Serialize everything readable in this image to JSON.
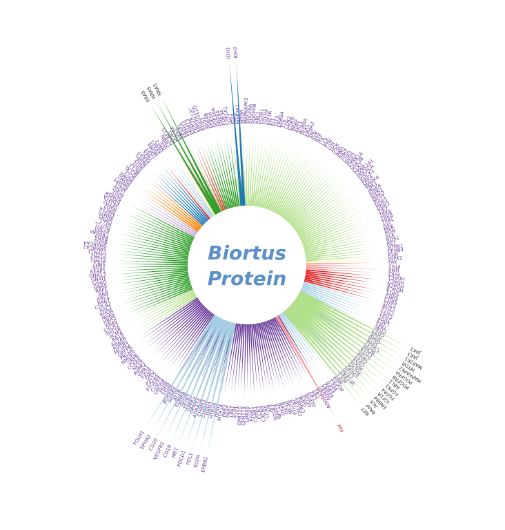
{
  "center_text": {
    "line1": "Biortus",
    "line2": "Protein"
  },
  "colors": {
    "title": "#5b8fc9",
    "label_text": "#6a3d9a",
    "label_dark": "#3a3a3a",
    "light_green": "#b2df8a",
    "dark_green": "#33a02c",
    "purple": "#6a3d9a",
    "light_purple": "#cab2d6",
    "orange": "#ff7f00",
    "blue": "#1f78b4",
    "light_blue": "#a6cee3",
    "red": "#e31a1c",
    "pink": "#fb9a99",
    "yellow": "#ffff99",
    "brown": "#b15928"
  },
  "groups": [
    {
      "color": "#b2df8a",
      "labels": [
        "JAK1",
        "JAK3",
        "MAP2K1",
        "MTOR",
        "MAPKAPK2",
        "PDGFRA",
        "PDGFRB",
        "ABL1",
        "FGFR1",
        "FGFR4",
        "IGF1R",
        "KIT",
        "FLT3",
        "ERBB4",
        "TTK",
        "CDK2",
        "CDK9",
        "BRAF",
        "AKT1",
        "AURKA",
        "PLK1",
        "EPHA2",
        "SRC",
        "SYK",
        "BTK",
        "ITK",
        "LCK",
        "FYN",
        "LYN",
        "HCK",
        "CSK",
        "PIM1",
        "PIM2",
        "CHK1",
        "WEE1",
        "DYRK1A",
        "GSK3B",
        "CLK1",
        "CSNK2A1",
        "PRKACA",
        "ROCK1",
        "PAK4",
        "MARK4",
        "TBK1",
        "IRAK4",
        "RIPK1",
        "RIPK2",
        "MST1",
        "DDR1",
        "DDR2",
        "TIE2",
        "TRKA",
        "TRKB",
        "TRKC",
        "AXL",
        "MER",
        "RON",
        "ALK",
        "ROS1",
        "RET",
        "NTRK1",
        "EPHB4",
        "KDR"
      ]
    },
    {
      "color": "#fff799",
      "labels": [
        "HIPK2"
      ]
    },
    {
      "color": "#fb9a99",
      "labels": [
        "FAK",
        "PTK2",
        "BMX",
        "PYK2"
      ]
    },
    {
      "color": "#e31a1c",
      "labels": [
        "HDAC1",
        "HDAC2",
        "HDAC6",
        "HDAC8",
        "SIRT1",
        "SIRT2",
        "SIRT3",
        "EZH2"
      ]
    },
    {
      "color": "#a6cee3",
      "labels": [
        "CD38",
        "CD73",
        "CD47",
        "TIGIT",
        "LAG3",
        "TIM3",
        "CD40",
        "CD27",
        "ICOS",
        "OX40",
        "GITR",
        "CD137",
        "BCMA",
        "CD19",
        "CD20",
        "CD22",
        "CD33",
        "MUC1",
        "FOLH1",
        "EPHA2",
        "CD20",
        "VEGFR2",
        "PDL1",
        "MET",
        "PDCD1",
        "PDL1",
        "EGFR",
        "ERBB2"
      ]
    },
    {
      "color": "#6a3d9a",
      "labels": [
        "ADRB2",
        "ADORA2A",
        "CB1",
        "CB2",
        "GLP1R",
        "GCGR",
        "GIPR",
        "CRHR1",
        "CALCRL",
        "PTH1R",
        "MC4R",
        "OX1R",
        "OX2R",
        "NPY1R",
        "NTSR1",
        "APJ",
        "CCR5",
        "CXCR4",
        "CCR2",
        "C5AR1",
        "FFAR1",
        "GPR40",
        "GPR119",
        "GPR120",
        "S1P1",
        "LPA1",
        "PAR1",
        "PAR2",
        "MTR1A",
        "HRH1",
        "HTR2A",
        "DRD2",
        "CHRM1",
        "CHRM3",
        "ADRA2A",
        "OPRM1",
        "OPRK1",
        "SSTR2",
        "GHSR",
        "EDNRA",
        "AT1R",
        "AGTR2",
        "BDKRB2",
        "TSHR",
        "FSHR",
        "LHCGR",
        "CysLT1",
        "PTGER4",
        "P2Y12",
        "SMO",
        "FZD4",
        "VIPR1",
        "AVPR2",
        "NK1R",
        "CCKAR",
        "GRPR",
        "NMUR2",
        "PRLHR",
        "QRFPR",
        "MCHR1"
      ]
    },
    {
      "color": "#b2df8a",
      "labels": [
        "ADRB1",
        "AA2AR",
        "AA1R",
        "ACM2",
        "5HT1B",
        "CXCR2"
      ]
    },
    {
      "color": "#33a02c",
      "labels": [
        "KRAS",
        "HRAS",
        "NRAS",
        "RHOA",
        "RAC1",
        "CDC42",
        "RAB7",
        "ARF1",
        "RAN",
        "RAP1",
        "GNAS",
        "GNAQ",
        "GNAI1",
        "GNA13",
        "KEAP1",
        "SOS1",
        "SHP2",
        "PTPN1",
        "PTPN2",
        "PTPN11",
        "SMARCA2",
        "SMARCA4",
        "BRD4",
        "BRD9",
        "CREBBP",
        "EP300",
        "DOT1L",
        "MLL1",
        "WDR5",
        "PRMT5",
        "MAT2A",
        "NSD2",
        "SETD2",
        "KDM1A",
        "KDM5B"
      ]
    },
    {
      "color": "#cab2d6",
      "labels": [
        "IDO1",
        "TDO2",
        "ARG1",
        "NAMPT"
      ]
    },
    {
      "color": "#ff7f00",
      "labels": [
        "MDM2",
        "MDMX",
        "BCL2",
        "BCLXL",
        "MCL1"
      ]
    },
    {
      "color": "#1f78b4",
      "labels": [
        "IDH1",
        "IDH2",
        "PARP1",
        "PARP7",
        "TNKS",
        "USP7"
      ]
    },
    {
      "color": "#e31a1c",
      "labels": [
        "MDM4"
      ]
    },
    {
      "color": "#a6cee3",
      "labels": [
        "KEAP1",
        "NRF2",
        "VHL"
      ]
    },
    {
      "color": "#fff799",
      "labels": [
        "CRBN"
      ]
    },
    {
      "color": "#fb9a99",
      "labels": [
        "DCAF15",
        "DDB1",
        "CUL4A",
        "RBX1",
        "KEAP1"
      ]
    },
    {
      "color": "#b15928",
      "labels": [
        "PRMT1",
        "PRMT3",
        "PRMT6"
      ]
    },
    {
      "color": "#33a02c",
      "labels": [
        "KRASG12C",
        "KRASG12D",
        "SOS2",
        "PDE4B",
        "PDE5A",
        "PDE10A",
        "PDE9A",
        "PDE3A",
        "CYP1A1"
      ]
    }
  ],
  "outer_labels": {
    "bottom_right": [
      "JAK1",
      "JAK3",
      "MAP2K1",
      "MTOR",
      "MAPKAPK2",
      "PDGFRA",
      "PDGFRB",
      "ABL1",
      "FGFR1",
      "FGFR4",
      "IGF1R",
      "ERBB4",
      "ALK",
      "BRAF",
      "RET"
    ],
    "bottom_left": [
      "ERBB2",
      "EGFR",
      "PDL1",
      "PDCD1",
      "MET",
      "CD19",
      "VEGFR2",
      "CD20",
      "EPHA2",
      "FOLH1"
    ],
    "bottom_single": "FAK",
    "top_blue": [
      "IDH1",
      "IDH2"
    ],
    "top_green": [
      "KRAS",
      "HRAS",
      "NRAS"
    ]
  }
}
